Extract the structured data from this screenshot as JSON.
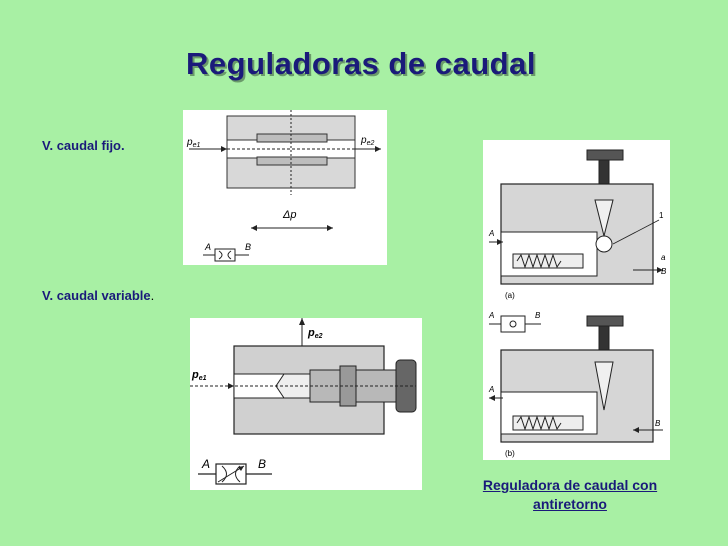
{
  "title": "Reguladoras de caudal",
  "labels": {
    "fijo": "V. caudal fijo.",
    "variable": "V. caudal variable",
    "variable_dot": "."
  },
  "diagram_fijo": {
    "pe1": "p",
    "pe1_sub": "e1",
    "pe2": "p",
    "pe2_sub": "e2",
    "dp": "Δp",
    "sym_a": "A",
    "sym_b": "B"
  },
  "diagram_variable": {
    "pe1": "p",
    "pe1_sub": "e1",
    "pe2": "p",
    "pe2_sub": "e2",
    "sym_a": "A",
    "sym_b": "B"
  },
  "diagram_antiretorno": {
    "label_1": "1",
    "label_a": "A",
    "label_a_small": "a",
    "label_B": "B",
    "label_sub_a": "(a)",
    "sym_a": "A",
    "sym_b": "B",
    "label_A2": "A",
    "label_B2": "B",
    "label_sub_b": "(b)"
  },
  "caption": {
    "line1": "Reguladora de caudal con",
    "line2": "antiretorno"
  }
}
